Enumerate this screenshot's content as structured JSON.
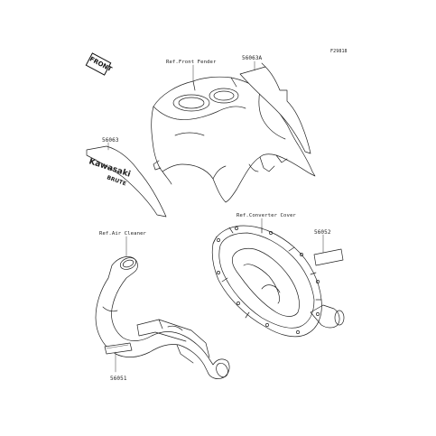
{
  "figure_code": "F29818",
  "front_marker": "FRONT",
  "labels": {
    "front_fender": "Ref.Front Fender",
    "part_56063A": "56063A",
    "part_56063": "56063",
    "converter_cover": "Ref.Converter Cover",
    "air_cleaner": "Ref.Air Cleaner",
    "part_56052": "56052",
    "part_56051": "56051"
  }
}
